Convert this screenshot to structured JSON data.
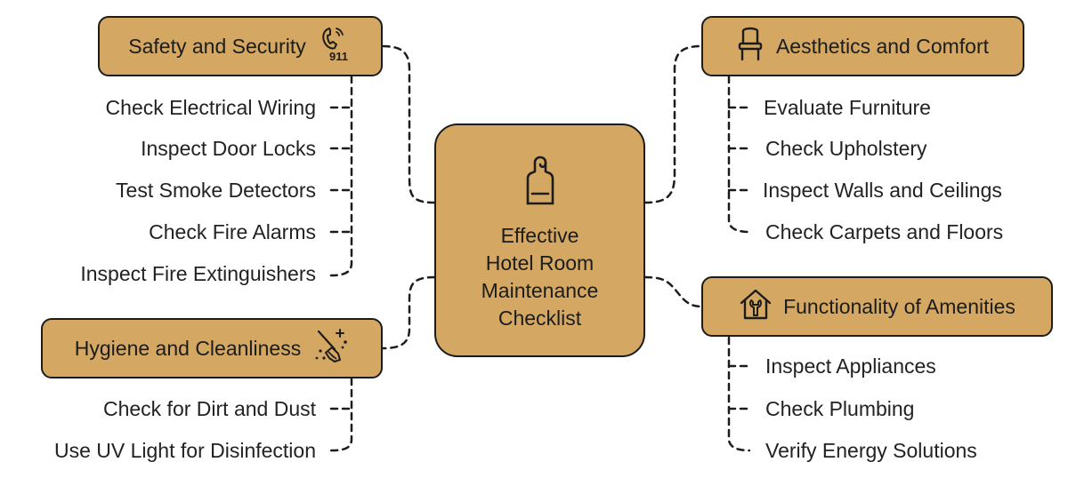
{
  "center": {
    "title_lines": [
      "Effective",
      "Hotel Room",
      "Maintenance",
      "Checklist"
    ],
    "icon": "door-hanger-icon"
  },
  "categories": {
    "safety": {
      "title": "Safety and Security",
      "icon": "emergency-phone-icon",
      "icon_text": "911",
      "items": [
        "Check Electrical Wiring",
        "Inspect Door Locks",
        "Test Smoke Detectors",
        "Check Fire Alarms",
        "Inspect Fire Extinguishers"
      ]
    },
    "hygiene": {
      "title": "Hygiene and Cleanliness",
      "icon": "broom-sparkle-icon",
      "items": [
        "Check for Dirt and Dust",
        "Use UV Light for Disinfection"
      ]
    },
    "aesthetics": {
      "title": "Aesthetics and Comfort",
      "icon": "chair-icon",
      "items": [
        "Evaluate Furniture",
        "Check Upholstery",
        "Inspect Walls and Ceilings",
        "Check Carpets and Floors"
      ]
    },
    "amenities": {
      "title": "Functionality of Amenities",
      "icon": "smart-home-wrench-icon",
      "items": [
        "Inspect Appliances",
        "Check Plumbing",
        "Verify Energy Solutions"
      ]
    }
  },
  "colors": {
    "box_fill": "#d4a862",
    "outline": "#1c1c1c",
    "text": "#222222"
  }
}
